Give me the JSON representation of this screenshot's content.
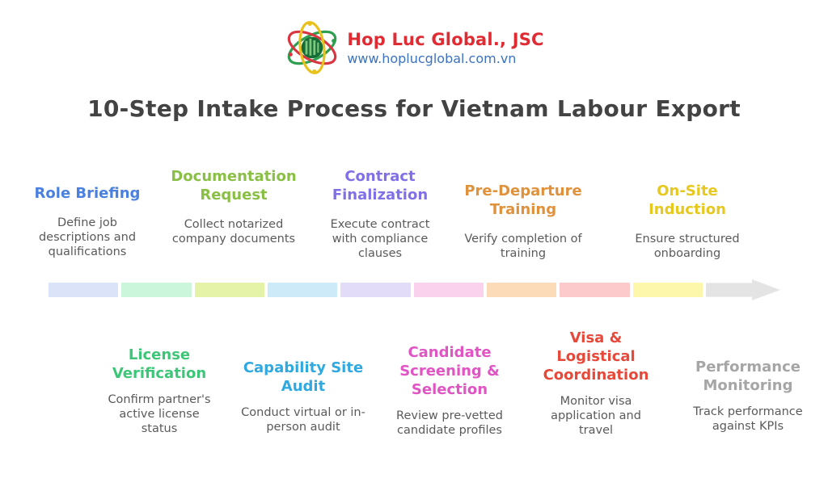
{
  "header": {
    "company_name": "Hop Luc Global., JSC",
    "website": "www.hoplucglobal.com.vn",
    "logo_icon": "atom-orbits-globe-icon"
  },
  "palette": {
    "company_red": "#e02b33",
    "website_blue": "#3c72bf",
    "logo_orbit_green": "#2e9e4f",
    "logo_orbit_red": "#d93642",
    "logo_orbit_yellow": "#e8c11c",
    "logo_center_green": "#156c34",
    "logo_center_stripe": "#7dc77f",
    "title_color": "#434343",
    "description_gray": "#5a5a5a"
  },
  "title": "10-Step Intake Process for Vietnam Labour Export",
  "steps_top": [
    {
      "label": "Role Briefing",
      "description": "Define job descriptions and qualifications",
      "color": "#4a80e0"
    },
    {
      "label": "Documentation Request",
      "description": "Collect notarized company documents",
      "color": "#8abf45"
    },
    {
      "label": "Contract Finalization",
      "description": "Execute contract with compliance clauses",
      "color": "#8070e8"
    },
    {
      "label": "Pre-Departure Training",
      "description": "Verify completion of training",
      "color": "#e0913c"
    },
    {
      "label": "On-Site Induction",
      "description": "Ensure structured onboarding",
      "color": "#e6c81e"
    }
  ],
  "steps_bottom": [
    {
      "label": "License Verification",
      "description": "Confirm partner's active license status",
      "color": "#3dc678"
    },
    {
      "label": "Capability Site Audit",
      "description": "Conduct virtual or in-person audit",
      "color": "#2fa9e0"
    },
    {
      "label": "Candidate Screening & Selection",
      "description": "Review pre-vetted candidate profiles",
      "color": "#e054c4"
    },
    {
      "label": "Visa & Logistical Coordination",
      "description": "Monitor visa application and travel",
      "color": "#e6493a"
    },
    {
      "label": "Performance Monitoring",
      "description": "Track performance against KPIs",
      "color": "#a6a6a6"
    }
  ],
  "timeline": {
    "segment_colors": [
      "#dbe3f8",
      "#ccf6dc",
      "#e4f3a8",
      "#cdeaf8",
      "#e2dcf8",
      "#fbd2ee",
      "#fcdcb8",
      "#fccaca",
      "#fcf7ab",
      "#e4e4e4"
    ]
  }
}
